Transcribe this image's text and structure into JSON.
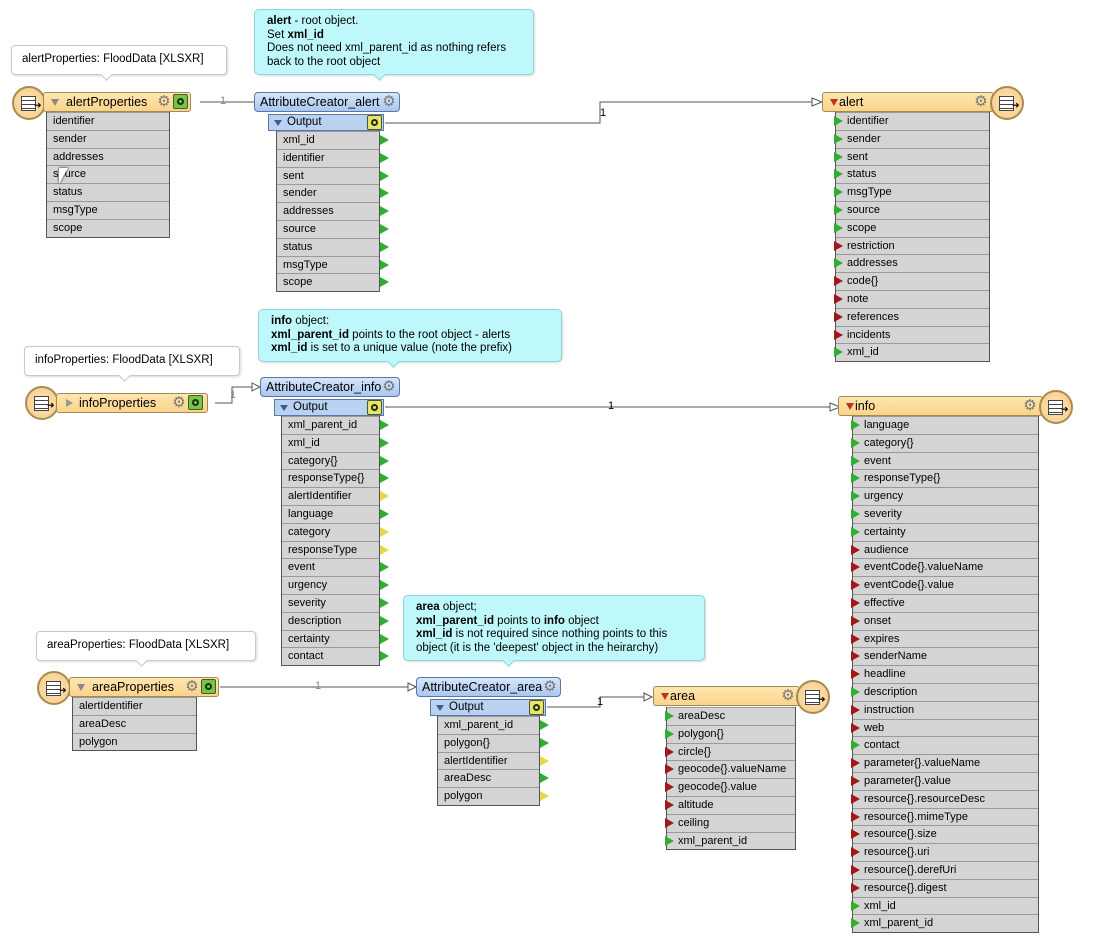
{
  "notes": {
    "alert_source": "alertProperties: FloodData [XLSXR]",
    "info_source": "infoProperties: FloodData [XLSXR]",
    "area_source": "areaProperties: FloodData [XLSXR]"
  },
  "bubbles": {
    "alert": {
      "l1_bold": "alert",
      "l1_rest": " - root object.",
      "l2_pre": "Set ",
      "l2_bold": "xml_id",
      "l3": "Does not need xml_parent_id as nothing refers",
      "l4": "back to the root object"
    },
    "info": {
      "l1_bold": "info",
      "l1_rest": " object:",
      "l2_bold": "xml_parent_id",
      "l2_rest": " points to the root object - alerts",
      "l3_bold": "xml_id",
      "l3_rest": " is set to a unique value (note the prefix)"
    },
    "area": {
      "l1_bold": "area",
      "l1_rest": " object;",
      "l2_bold": "xml_parent_id",
      "l2_mid": " points to ",
      "l2_bold2": "info",
      "l2_rest": " object",
      "l3_bold": "xml_id",
      "l3_rest": " is not required since nothing points to this",
      "l4": "object (it is the 'deepest' object in the heirarchy)"
    }
  },
  "readers": {
    "alertProperties": {
      "title": "alertProperties",
      "attributes": [
        "identifier",
        "sender",
        "addresses",
        "source",
        "status",
        "msgType",
        "scope"
      ]
    },
    "infoProperties": {
      "title": "infoProperties",
      "attributes": []
    },
    "areaProperties": {
      "title": "areaProperties",
      "attributes": [
        "alertIdentifier",
        "areaDesc",
        "polygon"
      ]
    }
  },
  "creators": {
    "alert": {
      "title": "AttributeCreator_alert",
      "port": "Output",
      "attributes": [
        {
          "name": "xml_id",
          "color": "green"
        },
        {
          "name": "identifier",
          "color": "green"
        },
        {
          "name": "sent",
          "color": "green"
        },
        {
          "name": "sender",
          "color": "green"
        },
        {
          "name": "addresses",
          "color": "green"
        },
        {
          "name": "source",
          "color": "green"
        },
        {
          "name": "status",
          "color": "green"
        },
        {
          "name": "msgType",
          "color": "green"
        },
        {
          "name": "scope",
          "color": "green"
        }
      ]
    },
    "info": {
      "title": "AttributeCreator_info",
      "port": "Output",
      "attributes": [
        {
          "name": "xml_parent_id",
          "color": "green"
        },
        {
          "name": "xml_id",
          "color": "green"
        },
        {
          "name": "category{}",
          "color": "green"
        },
        {
          "name": "responseType{}",
          "color": "green"
        },
        {
          "name": "alertIdentifier",
          "color": "yellow"
        },
        {
          "name": "language",
          "color": "green"
        },
        {
          "name": "category",
          "color": "yellow"
        },
        {
          "name": "responseType",
          "color": "yellow"
        },
        {
          "name": "event",
          "color": "green"
        },
        {
          "name": "urgency",
          "color": "green"
        },
        {
          "name": "severity",
          "color": "green"
        },
        {
          "name": "description",
          "color": "green"
        },
        {
          "name": "certainty",
          "color": "green"
        },
        {
          "name": "contact",
          "color": "green"
        }
      ]
    },
    "area": {
      "title": "AttributeCreator_area",
      "port": "Output",
      "attributes": [
        {
          "name": "xml_parent_id",
          "color": "green"
        },
        {
          "name": "polygon{}",
          "color": "green"
        },
        {
          "name": "alertIdentifier",
          "color": "yellow"
        },
        {
          "name": "areaDesc",
          "color": "green"
        },
        {
          "name": "polygon",
          "color": "yellow"
        }
      ]
    }
  },
  "writers": {
    "alert": {
      "title": "alert",
      "attributes": [
        {
          "name": "identifier",
          "color": "green"
        },
        {
          "name": "sender",
          "color": "green"
        },
        {
          "name": "sent",
          "color": "green"
        },
        {
          "name": "status",
          "color": "green"
        },
        {
          "name": "msgType",
          "color": "green"
        },
        {
          "name": "source",
          "color": "green"
        },
        {
          "name": "scope",
          "color": "green"
        },
        {
          "name": "restriction",
          "color": "red"
        },
        {
          "name": "addresses",
          "color": "green"
        },
        {
          "name": "code{}",
          "color": "red"
        },
        {
          "name": "note",
          "color": "red"
        },
        {
          "name": "references",
          "color": "red"
        },
        {
          "name": "incidents",
          "color": "red"
        },
        {
          "name": "xml_id",
          "color": "green"
        }
      ]
    },
    "info": {
      "title": "info",
      "attributes": [
        {
          "name": "language",
          "color": "green"
        },
        {
          "name": "category{}",
          "color": "green"
        },
        {
          "name": "event",
          "color": "green"
        },
        {
          "name": "responseType{}",
          "color": "green"
        },
        {
          "name": "urgency",
          "color": "green"
        },
        {
          "name": "severity",
          "color": "green"
        },
        {
          "name": "certainty",
          "color": "green"
        },
        {
          "name": "audience",
          "color": "red"
        },
        {
          "name": "eventCode{}.valueName",
          "color": "red"
        },
        {
          "name": "eventCode{}.value",
          "color": "red"
        },
        {
          "name": "effective",
          "color": "red"
        },
        {
          "name": "onset",
          "color": "red"
        },
        {
          "name": "expires",
          "color": "red"
        },
        {
          "name": "senderName",
          "color": "red"
        },
        {
          "name": "headline",
          "color": "red"
        },
        {
          "name": "description",
          "color": "green"
        },
        {
          "name": "instruction",
          "color": "red"
        },
        {
          "name": "web",
          "color": "red"
        },
        {
          "name": "contact",
          "color": "green"
        },
        {
          "name": "parameter{}.valueName",
          "color": "red"
        },
        {
          "name": "parameter{}.value",
          "color": "red"
        },
        {
          "name": "resource{}.resourceDesc",
          "color": "red"
        },
        {
          "name": "resource{}.mimeType",
          "color": "red"
        },
        {
          "name": "resource{}.size",
          "color": "red"
        },
        {
          "name": "resource{}.uri",
          "color": "red"
        },
        {
          "name": "resource{}.derefUri",
          "color": "red"
        },
        {
          "name": "resource{}.digest",
          "color": "red"
        },
        {
          "name": "xml_id",
          "color": "green"
        },
        {
          "name": "xml_parent_id",
          "color": "green"
        }
      ]
    },
    "area": {
      "title": "area",
      "attributes": [
        {
          "name": "areaDesc",
          "color": "green"
        },
        {
          "name": "polygon{}",
          "color": "green"
        },
        {
          "name": "circle{}",
          "color": "red"
        },
        {
          "name": "geocode{}.valueName",
          "color": "red"
        },
        {
          "name": "geocode{}.value",
          "color": "red"
        },
        {
          "name": "altitude",
          "color": "red"
        },
        {
          "name": "ceiling",
          "color": "red"
        },
        {
          "name": "xml_parent_id",
          "color": "green"
        }
      ]
    }
  },
  "connections": {
    "alert_reader_count": "1",
    "alert_output_count": "1",
    "info_reader_count": "1",
    "info_output_count": "1",
    "area_reader_count": "1",
    "area_output_count": "1"
  },
  "colors": {
    "green_port": "#2fae2f",
    "red_port": "#a01818",
    "yellow_port": "#e7d84a",
    "reader_header": "#fbd38a",
    "creator_header": "#a9c7ef",
    "annotation_bg": "#bff8fb"
  },
  "icons": {
    "gear": "gear-icon",
    "inspect": "magnifier-icon",
    "table": "table-feature-icon"
  }
}
